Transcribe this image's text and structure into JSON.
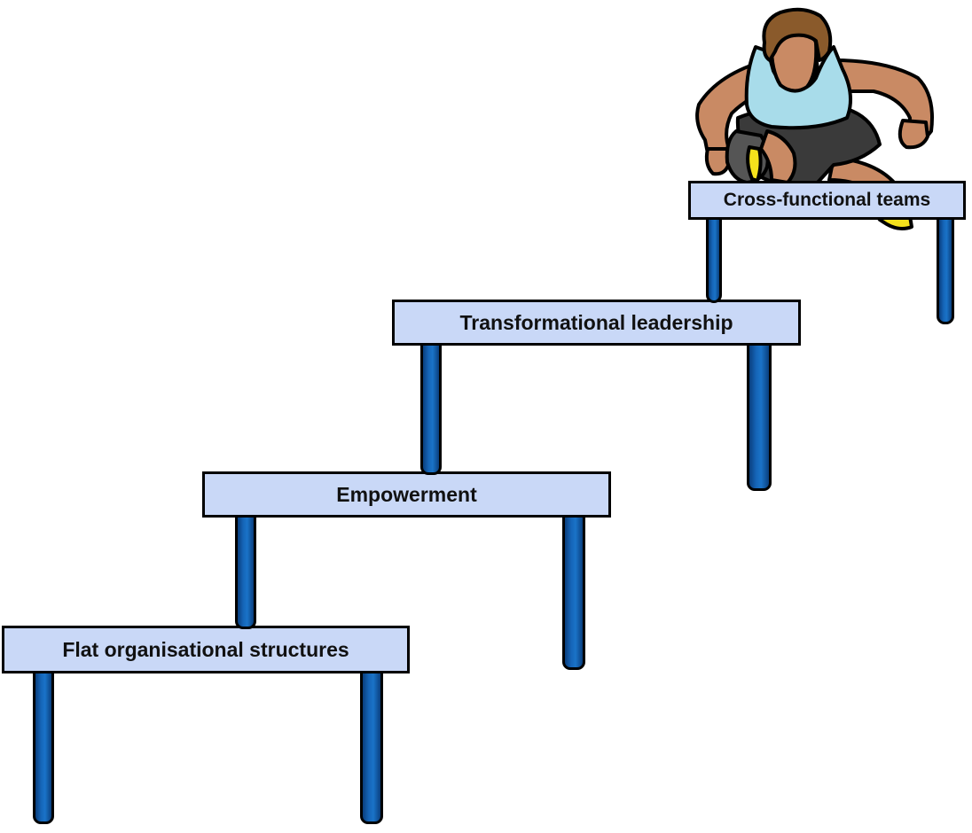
{
  "hurdles": [
    {
      "label": "Cross-functional teams"
    },
    {
      "label": "Transformational leadership"
    },
    {
      "label": "Empowerment"
    },
    {
      "label": "Flat organisational structures"
    }
  ],
  "athlete_icon": "hurdler-athlete-icon",
  "colors": {
    "bar_fill": "#c9d8f7",
    "leg_blue": "#1565b8",
    "outline": "#000000",
    "vest": "#a8dcea",
    "skin": "#c98a64",
    "hair": "#8a5a2b",
    "shorts": "#3a3a3a",
    "shoe": "#f5e21c"
  }
}
